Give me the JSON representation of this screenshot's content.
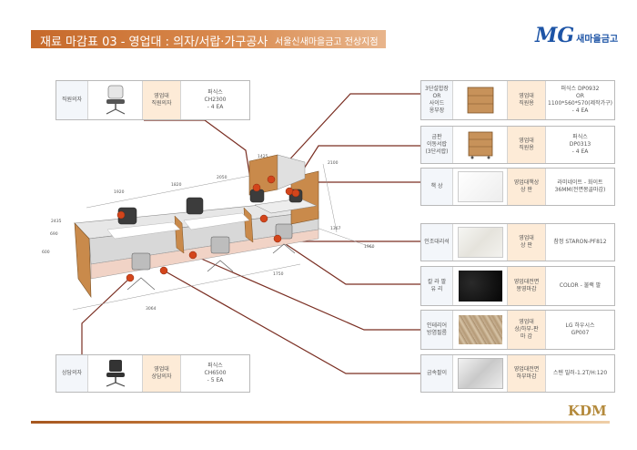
{
  "header": {
    "title": "재료 마감표 03 - 영업대 : 의자/서랍·가구공사",
    "subtitle": "서울신새마을금고 전상지점"
  },
  "logo": {
    "mark": "MG",
    "name": "새마을금고"
  },
  "footer": {
    "brand_mark": "KDM"
  },
  "left_specs": [
    {
      "label": "직원의자",
      "desc": "영업대\n직원의자",
      "spec": "퍼식스\nCH2300\n- 4 EA"
    },
    {
      "label": "상담의자",
      "desc": "영업대\n상담의자",
      "spec": "퍼식스\nCH6500\n- 5 EA"
    }
  ],
  "right_specs": [
    {
      "label": "3단설합장\nOR\n사이드\n옹부장",
      "desc": "영업대\n직원용",
      "spec": "퍼식스 DP0932\nOR\n1100*560*570(제작가구)\n- 4 EA"
    },
    {
      "label": "금판\n이동서랍\n(3단서랍)",
      "desc": "영업대\n직원용",
      "spec": "퍼식스\nDP0313\n- 4 EA"
    },
    {
      "label": "책 상",
      "desc": "영업대책상\n상 판",
      "spec": "라미네이트 - 화이트\n36MM(전면몽골마감)"
    },
    {
      "label": "인조대리석",
      "desc": "영업대\n상 판",
      "spec": "참정 STARON-PF812"
    },
    {
      "label": "칼 라 팔\n유 리",
      "desc": "영업대전면\n몽영마감",
      "spec": "COLOR - 불랙 팔"
    },
    {
      "label": "인테리어\n방염필름",
      "desc": "영업대\n상/하부-판\n마 감",
      "spec": "LG 하우시스\nGP007"
    },
    {
      "label": "금속팔이",
      "desc": "영업대전면\n하부마감",
      "spec": "스텐 밀러-1.2T/H:120"
    }
  ],
  "dimensions": [
    "1920",
    "1820",
    "2050",
    "2100",
    "1425",
    "3064",
    "1750",
    "1367",
    "1960",
    "2435",
    "690",
    "600",
    "600"
  ],
  "colors": {
    "accent": "#c6692a",
    "brand": "#1d54a6",
    "leader": "#7a2e22",
    "marker": "#d3451b"
  }
}
